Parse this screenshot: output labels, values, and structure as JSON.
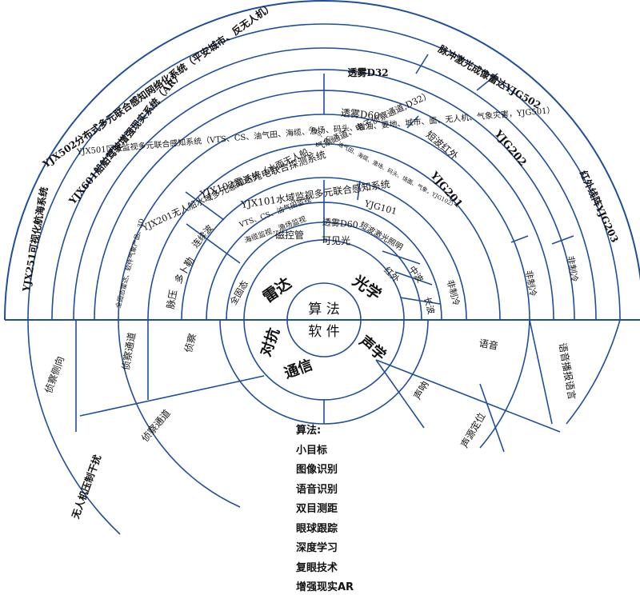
{
  "center": {
    "line1": "算 法",
    "line2": "软 件"
  },
  "sectors": {
    "radar": "雷达",
    "optical": "光学",
    "countermeasure": "对抗",
    "communication": "通信",
    "voice": "声学"
  },
  "radar": {
    "mag": "磁控管",
    "solid": "全固态",
    "doppler": "多卜勒",
    "pulse": "脉压",
    "cw": "连续波"
  },
  "optical": {
    "visible": "可见光",
    "infrared": "红外",
    "midwave": "中波",
    "longwave": "长波",
    "fog_d60_inner": "透雾D60",
    "yjg101": "YJG101",
    "short_laser": "短波激光照明",
    "yjg201": "YJG201",
    "fog_d60": "透雾D60",
    "swir": "短波红外",
    "yjg202": "YJG202",
    "uncooled_1": "非制冷",
    "fog_d32": "透雾D32",
    "pulse_laser": "脉冲激光成像雷达YJG502",
    "uncooled_2": "非制冷",
    "ir_array": "红外线阵YJG203",
    "uncooled_3": "非制冷"
  },
  "systems": {
    "yjx101_a": "YJX101水域监视多元联合感知系统",
    "yjx101_b": "VTS、CS、油气田监视",
    "yjx101_c": "海缆监视，渔场监视",
    "yjx102": "YJX102雷达光电联合探测系统",
    "yjx102_sub": "（VTS、CS、油气田、海缆、渔场、码头、场面、气象，YJG102）",
    "yjx201": "YJX201无人船水域多元感知系统（水面无人船、气象通道、电子侦察通道,D32）",
    "yjx501": "YJX501区域监视多元联合感知系统（VTS、CS、油气田、海缆、渔场、码头、溢油、要地、城市、面、无人机、气象灾害，YJG501）",
    "yjx501_sub": "全固态雷达、软件气象产品、3D",
    "yjx601": "YJX601船舶驾驶增强现实系统（AR）",
    "yjx502": "YJX502分布式多元联合感知网络化系统（平安城市、反无人机）",
    "yjx251": "YJX251可视化航海系统"
  },
  "counter": {
    "recon": "侦察",
    "recon_channel": "侦察通道",
    "recon_dir": "侦察侧向",
    "recon_channel2": "侦察通道",
    "uav_jam": "无人机压制干扰"
  },
  "voice": {
    "voice_id": "语音",
    "voice_lang": "语音播报语言",
    "sound": "声呐",
    "sound_source": "声源定位"
  },
  "algorithms": {
    "title": "算法:",
    "items": [
      "小目标",
      "图像识别",
      "语音识别",
      "双目测距",
      "眼球跟踪",
      "深度学习",
      "复眼技术",
      "增强现实AR"
    ]
  }
}
